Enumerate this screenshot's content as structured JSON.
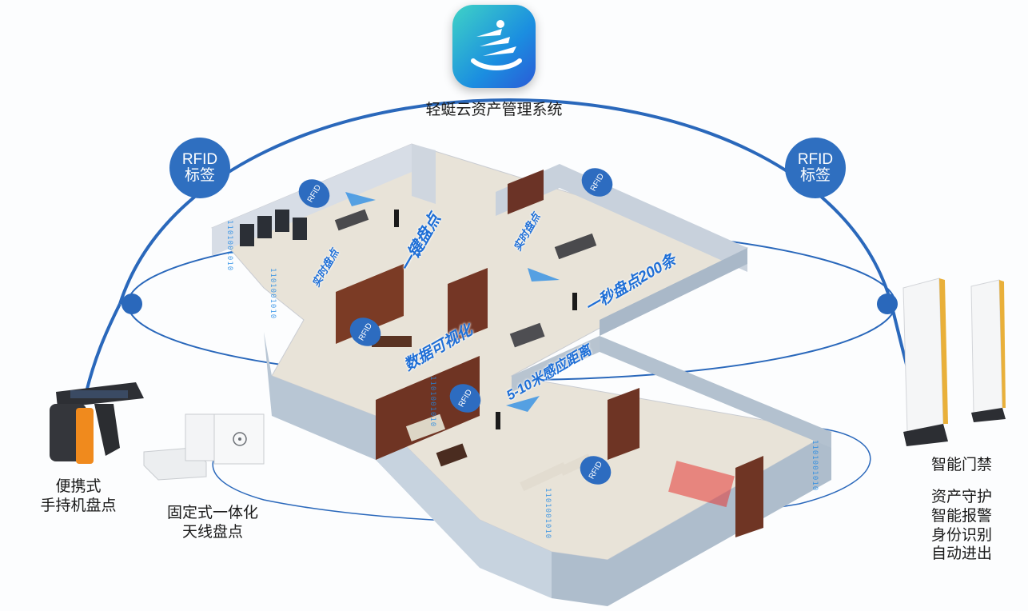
{
  "header": {
    "app_title": "轻蜓云资产管理系统"
  },
  "badges": {
    "left": [
      "RFID",
      "标签"
    ],
    "right": [
      "RFID",
      "标签"
    ]
  },
  "devices": {
    "handheld": [
      "便携式",
      "手持机盘点"
    ],
    "fixed_antenna": [
      "固定式一体化",
      "天线盘点"
    ],
    "gate": [
      "智能门禁"
    ]
  },
  "gate_features": [
    "资产守护",
    "智能报警",
    "身份识别",
    "自动进出"
  ],
  "floor_labels": {
    "one_key": "一键盘点",
    "realtime_a": "实时盘点",
    "realtime_b": "实时盘点",
    "per_second": "一秒盘点200条",
    "visual": "数据可视化",
    "range": "5-10米感应距离"
  },
  "rfid_marker_text": "RFID",
  "binary_text": "1101001010"
}
